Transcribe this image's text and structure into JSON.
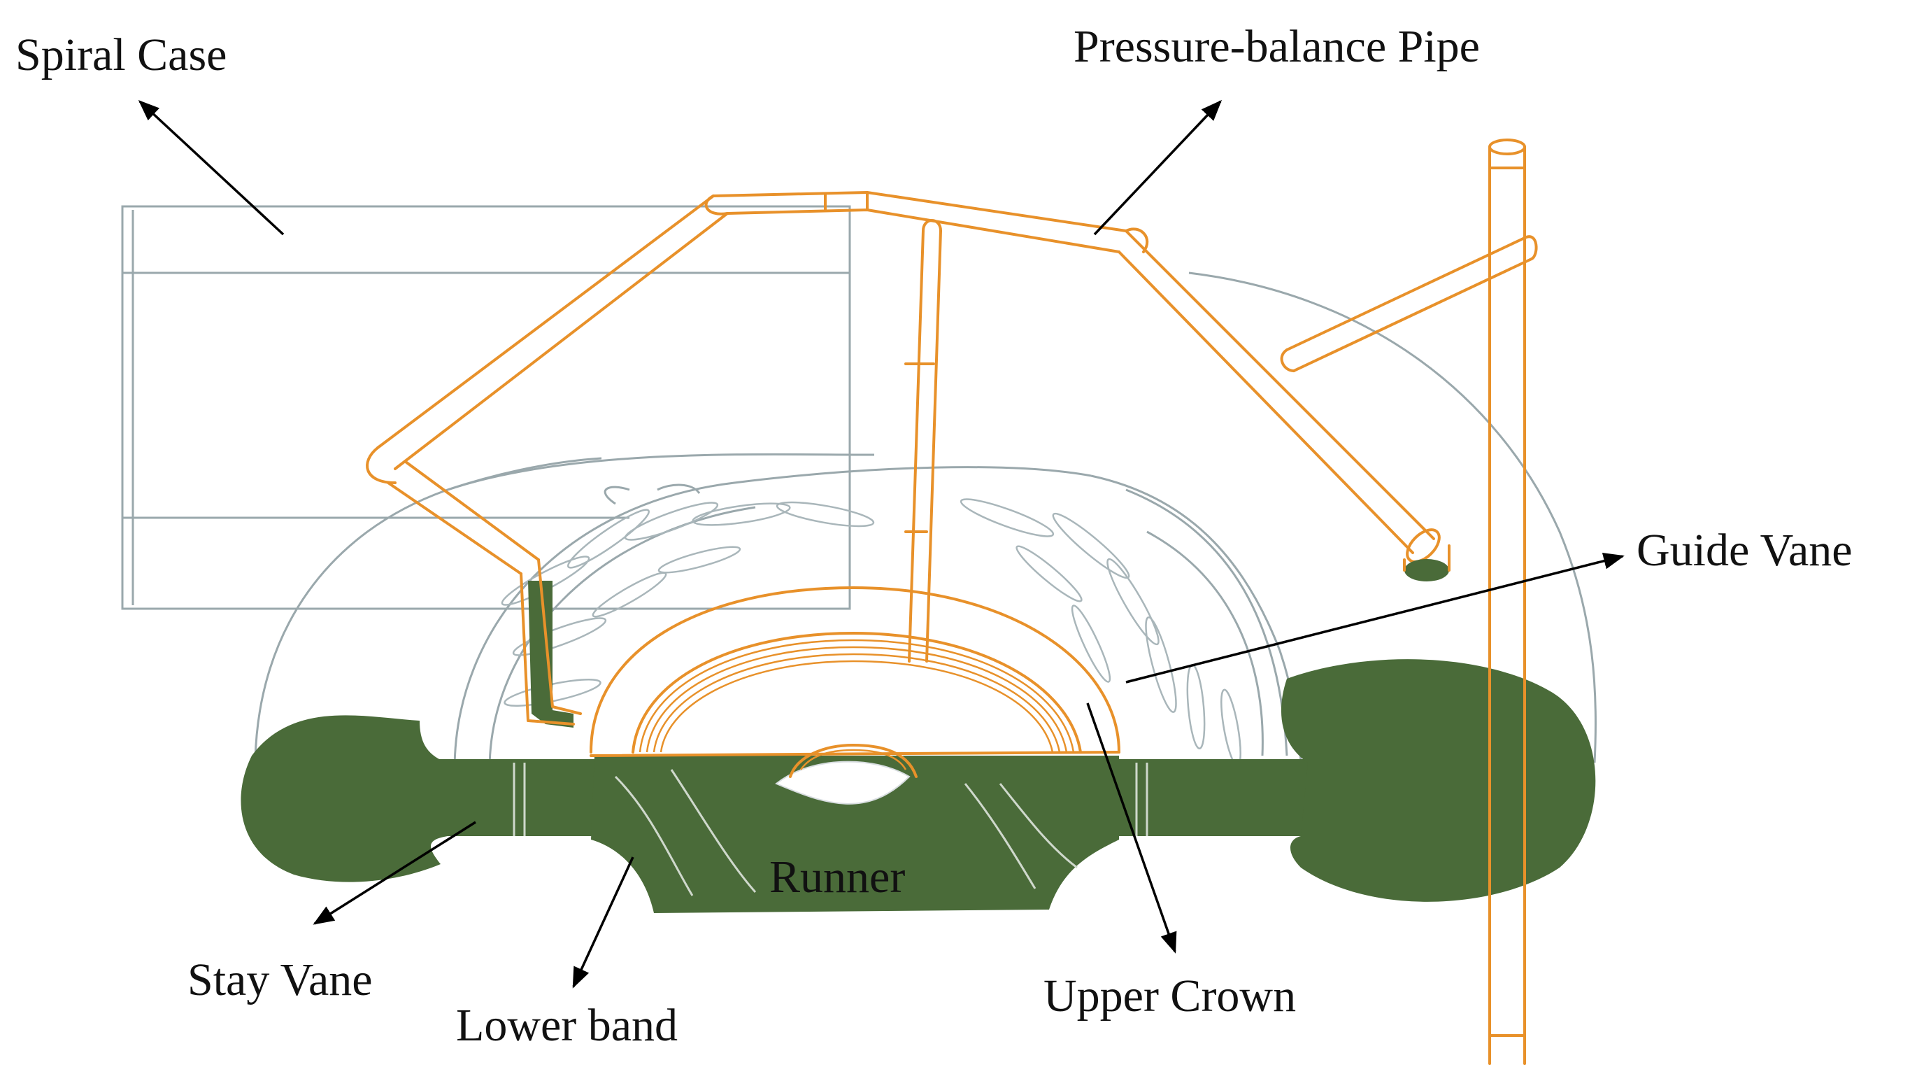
{
  "labels": {
    "spiral_case": "Spiral Case",
    "pressure_balance_pipe": "Pressure-balance Pipe",
    "guide_vane": "Guide Vane",
    "runner": "Runner",
    "stay_vane": "Stay Vane",
    "lower_band": "Lower band",
    "upper_crown": "Upper Crown"
  },
  "colors": {
    "casing_outline": "#9aa8ac",
    "pipe": "#e8912a",
    "cut_section": "#4a6b39",
    "arrow": "#000000"
  }
}
